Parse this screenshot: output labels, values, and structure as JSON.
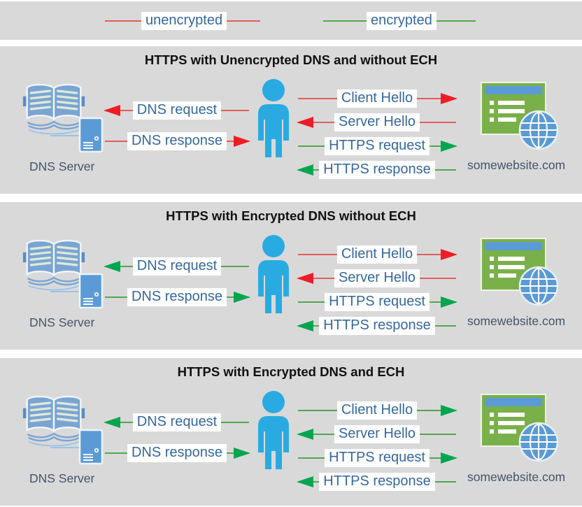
{
  "colors": {
    "panel_bg": "#d9d9d9",
    "red": "#ee1d25",
    "red_line": "#e25d5d",
    "green": "#00a64f",
    "green_line": "#53a653",
    "label_text": "#35689e",
    "caption_text": "#44546a",
    "person_blue": "#29abe2",
    "book_blue": "#7aa4d4",
    "server_blue": "#5b9bd5",
    "website_green": "#7ab04a",
    "globe_blue": "#5b9bd5"
  },
  "legend": {
    "items": [
      {
        "label": "unencrypted",
        "style": "red"
      },
      {
        "label": "encrypted",
        "style": "green"
      }
    ]
  },
  "panels": [
    {
      "title": "HTTPS with Unencrypted DNS and without ECH",
      "dns_server_label": "DNS Server",
      "website_label": "somewebsite.com",
      "arrows": {
        "dns_request": {
          "label": "DNS request",
          "style": "red",
          "direction": "left"
        },
        "dns_response": {
          "label": "DNS response",
          "style": "red",
          "direction": "right"
        },
        "client_hello": {
          "label": "Client Hello",
          "style": "red",
          "direction": "right"
        },
        "server_hello": {
          "label": "Server Hello",
          "style": "red",
          "direction": "left"
        },
        "https_request": {
          "label": "HTTPS request",
          "style": "green",
          "direction": "right"
        },
        "https_response": {
          "label": "HTTPS response",
          "style": "green",
          "direction": "left"
        }
      }
    },
    {
      "title": "HTTPS with Encrypted DNS without ECH",
      "dns_server_label": "DNS Server",
      "website_label": "somewebsite.com",
      "arrows": {
        "dns_request": {
          "label": "DNS request",
          "style": "green",
          "direction": "left"
        },
        "dns_response": {
          "label": "DNS response",
          "style": "green",
          "direction": "right"
        },
        "client_hello": {
          "label": "Client Hello",
          "style": "red",
          "direction": "right"
        },
        "server_hello": {
          "label": "Server Hello",
          "style": "red",
          "direction": "left"
        },
        "https_request": {
          "label": "HTTPS request",
          "style": "green",
          "direction": "right"
        },
        "https_response": {
          "label": "HTTPS response",
          "style": "green",
          "direction": "left"
        }
      }
    },
    {
      "title": "HTTPS with Encrypted DNS and ECH",
      "dns_server_label": "DNS Server",
      "website_label": "somewebsite.com",
      "arrows": {
        "dns_request": {
          "label": "DNS request",
          "style": "green",
          "direction": "left"
        },
        "dns_response": {
          "label": "DNS response",
          "style": "green",
          "direction": "right"
        },
        "client_hello": {
          "label": "Client Hello",
          "style": "green",
          "direction": "right"
        },
        "server_hello": {
          "label": "Server Hello",
          "style": "green",
          "direction": "left"
        },
        "https_request": {
          "label": "HTTPS request",
          "style": "green",
          "direction": "right"
        },
        "https_response": {
          "label": "HTTPS response",
          "style": "green",
          "direction": "left"
        }
      }
    }
  ]
}
